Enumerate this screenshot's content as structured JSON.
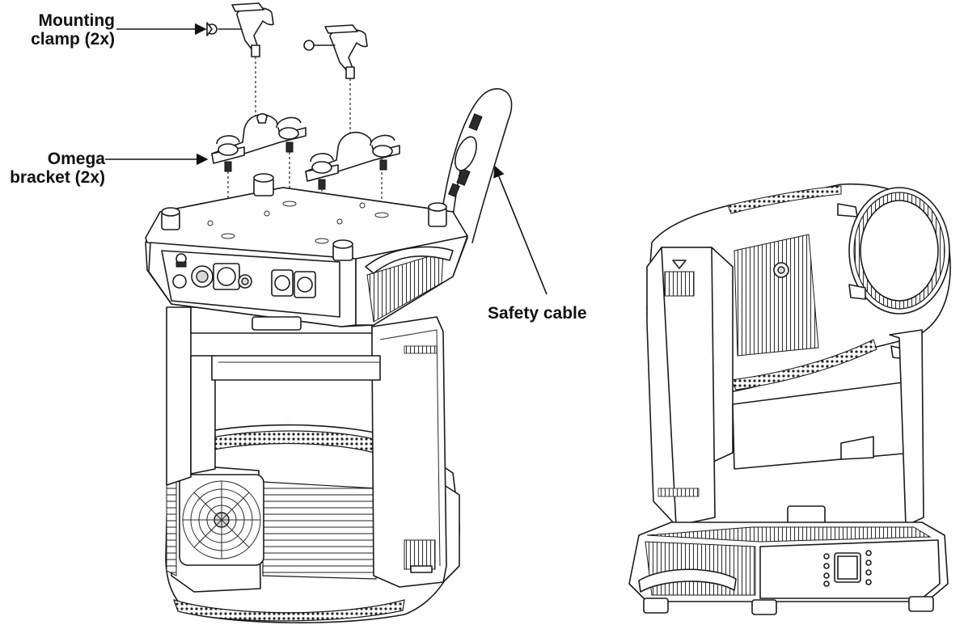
{
  "callouts": {
    "mounting_clamp": {
      "line1": "Mounting",
      "line2": "clamp (2x)"
    },
    "omega_bracket": {
      "line1": "Omega",
      "line2": "bracket (2x)"
    },
    "safety_cable": {
      "text": "Safety cable"
    }
  },
  "colors": {
    "line": "#1a1a1a",
    "background": "#ffffff",
    "shade": "#d9d9d9"
  },
  "icons": [
    "arrow-right-icon",
    "arrow-up-left-icon"
  ]
}
